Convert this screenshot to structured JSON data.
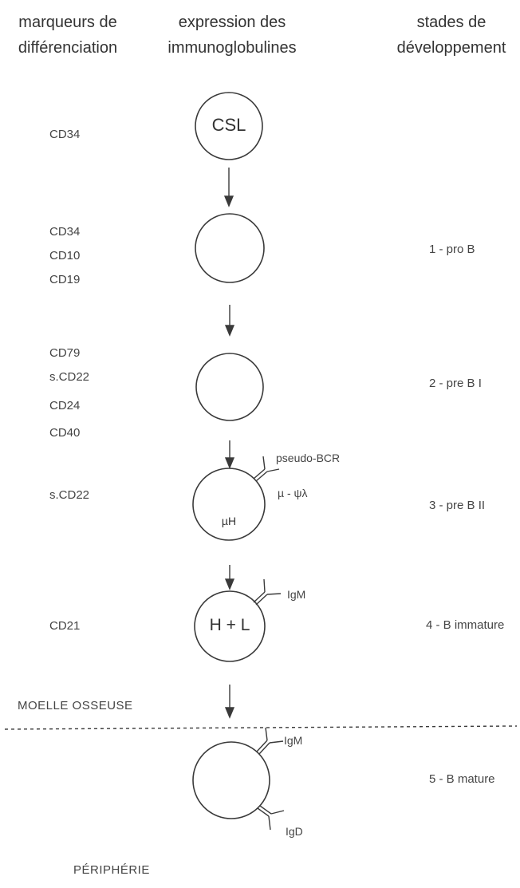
{
  "headers": {
    "markers": [
      "marqueurs de",
      "différenciation"
    ],
    "expression": [
      "expression des",
      "immunoglobulines"
    ],
    "stages": [
      "stades de",
      "développement"
    ]
  },
  "rows": [
    {
      "markers": [
        "CD34"
      ],
      "cell_label": "CSL",
      "stage": "",
      "antibodies": []
    },
    {
      "markers": [
        "CD34",
        "CD10",
        "CD19"
      ],
      "cell_label": "",
      "stage": "1 - pro B",
      "antibodies": []
    },
    {
      "markers": [
        "CD79",
        "s.CD22",
        "CD24",
        "CD40"
      ],
      "cell_label": "",
      "stage": "2 - pre B I",
      "antibodies": []
    },
    {
      "markers": [
        "s.CD22"
      ],
      "cell_label": "µH",
      "stage": "3 - pre B II",
      "antibodies": [
        "pseudo-BCR",
        "µ - ψλ"
      ]
    },
    {
      "markers": [
        "CD21"
      ],
      "cell_label": "H + L",
      "stage": "4 - B immature",
      "antibodies": [
        "IgM"
      ]
    },
    {
      "markers": [],
      "cell_label": "",
      "stage": "5 - B mature",
      "antibodies": [
        "IgM",
        "IgD"
      ]
    }
  ],
  "zones": {
    "bone_marrow": "MOELLE OSSEUSE",
    "periphery": "PÉRIPHÉRIE"
  },
  "colors": {
    "ink": "#3a3a3a",
    "background": "#ffffff"
  }
}
